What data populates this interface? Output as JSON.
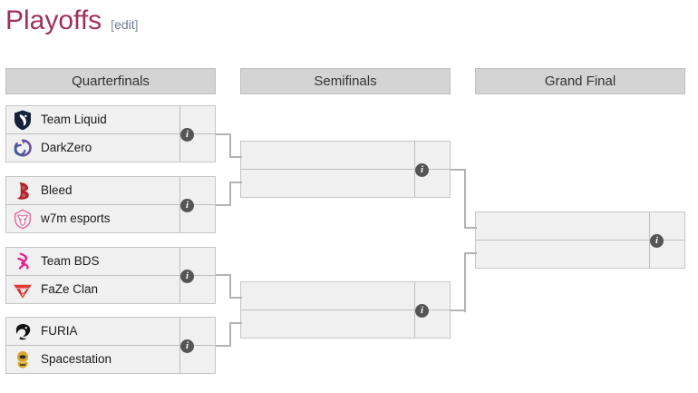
{
  "heading": {
    "title": "Playoffs",
    "edit_open": "[",
    "edit_word": "edit",
    "edit_close": "]"
  },
  "colors": {
    "heading": "#a0305e",
    "edit_link": "#7f8fa4",
    "round_header_bg": "#d4d4d4",
    "match_bg": "#f0f0f0",
    "match_border": "#c6c6c6",
    "connector": "#b3b3b3",
    "info_icon_bg": "#555555"
  },
  "rounds": [
    {
      "id": "quarterfinals",
      "label": "Quarterfinals"
    },
    {
      "id": "semifinals",
      "label": "Semifinals"
    },
    {
      "id": "grand-final",
      "label": "Grand Final"
    }
  ],
  "info_icon": {
    "glyph": "i",
    "name": "match-info-icon"
  },
  "matches": {
    "qf1": {
      "top": {
        "team": "Team Liquid",
        "logo": "team-liquid-logo",
        "score": ""
      },
      "bottom": {
        "team": "DarkZero",
        "logo": "darkzero-logo",
        "score": ""
      }
    },
    "qf2": {
      "top": {
        "team": "Bleed",
        "logo": "bleed-logo",
        "score": ""
      },
      "bottom": {
        "team": "w7m esports",
        "logo": "w7m-esports-logo",
        "score": ""
      }
    },
    "qf3": {
      "top": {
        "team": "Team BDS",
        "logo": "team-bds-logo",
        "score": ""
      },
      "bottom": {
        "team": "FaZe Clan",
        "logo": "faze-clan-logo",
        "score": ""
      }
    },
    "qf4": {
      "top": {
        "team": "FURIA",
        "logo": "furia-logo",
        "score": ""
      },
      "bottom": {
        "team": "Spacestation",
        "logo": "spacestation-logo",
        "score": ""
      }
    },
    "sf1": {
      "top": {
        "team": "",
        "logo": "",
        "score": ""
      },
      "bottom": {
        "team": "",
        "logo": "",
        "score": ""
      }
    },
    "sf2": {
      "top": {
        "team": "",
        "logo": "",
        "score": ""
      },
      "bottom": {
        "team": "",
        "logo": "",
        "score": ""
      }
    },
    "gf": {
      "top": {
        "team": "",
        "logo": "",
        "score": ""
      },
      "bottom": {
        "team": "",
        "logo": "",
        "score": ""
      }
    }
  }
}
